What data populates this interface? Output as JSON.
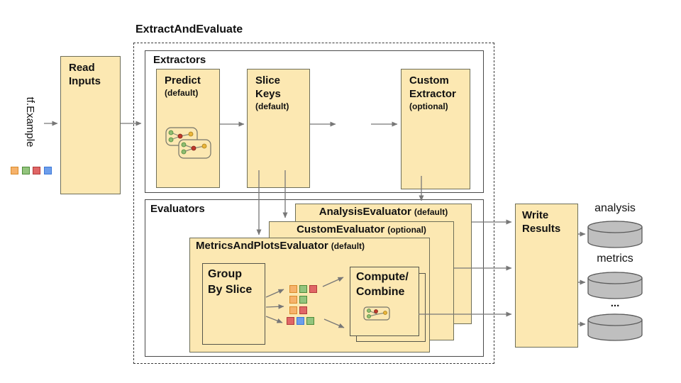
{
  "title": "ExtractAndEvaluate",
  "input": {
    "label": "tf.Example",
    "legend": [
      "orange",
      "green",
      "red",
      "blue"
    ]
  },
  "read_inputs": {
    "line1": "Read",
    "line2": "Inputs"
  },
  "extractors": {
    "label": "Extractors",
    "predict_name": "Predict",
    "predict_qual": "(default)",
    "slice_line1": "Slice",
    "slice_line2": "Keys",
    "slice_qual": "(default)",
    "ellipsis": "...",
    "custom_line1": "Custom",
    "custom_line2": "Extractor",
    "custom_qual": "(optional)"
  },
  "evaluators": {
    "label": "Evaluators",
    "analysis_name": "AnalysisEvaluator",
    "analysis_qual": "(default)",
    "custom_name": "CustomEvaluator",
    "custom_qual": "(optional)",
    "map_name": "MetricsAndPlotsEvaluator",
    "map_qual": "(default)",
    "group_line1": "Group",
    "group_line2": "By Slice",
    "compute_line1": "Compute/",
    "compute_line2": "Combine"
  },
  "slices": {
    "row1": [
      "orange",
      "green",
      "red"
    ],
    "row2": [
      "orange",
      "green"
    ],
    "row3": [
      "orange",
      "red"
    ],
    "row4": [
      "red",
      "blue",
      "green"
    ]
  },
  "write_results": {
    "line1": "Write",
    "line2": "Results"
  },
  "outputs": {
    "analysis": "analysis",
    "metrics": "metrics",
    "ellipsis": "..."
  },
  "palette": {
    "orange": {
      "fill": "#F6B26B",
      "border": "#D98B2B"
    },
    "green": {
      "fill": "#93C47D",
      "border": "#4E8B3A"
    },
    "red": {
      "fill": "#E06666",
      "border": "#B03A3A"
    },
    "blue": {
      "fill": "#6D9EEB",
      "border": "#3C78D8"
    }
  },
  "colors": {
    "box_fill": "#FCE8B2",
    "box_border": "#6E6E58",
    "container_border": "#4A4A4A",
    "arrow": "#777777",
    "cylinder_fill": "#BFBFBF",
    "cylinder_stroke": "#5A5A5A",
    "dot_green": "#8FBC72",
    "dot_red": "#C0392B",
    "dot_yellow": "#E9B53A"
  }
}
